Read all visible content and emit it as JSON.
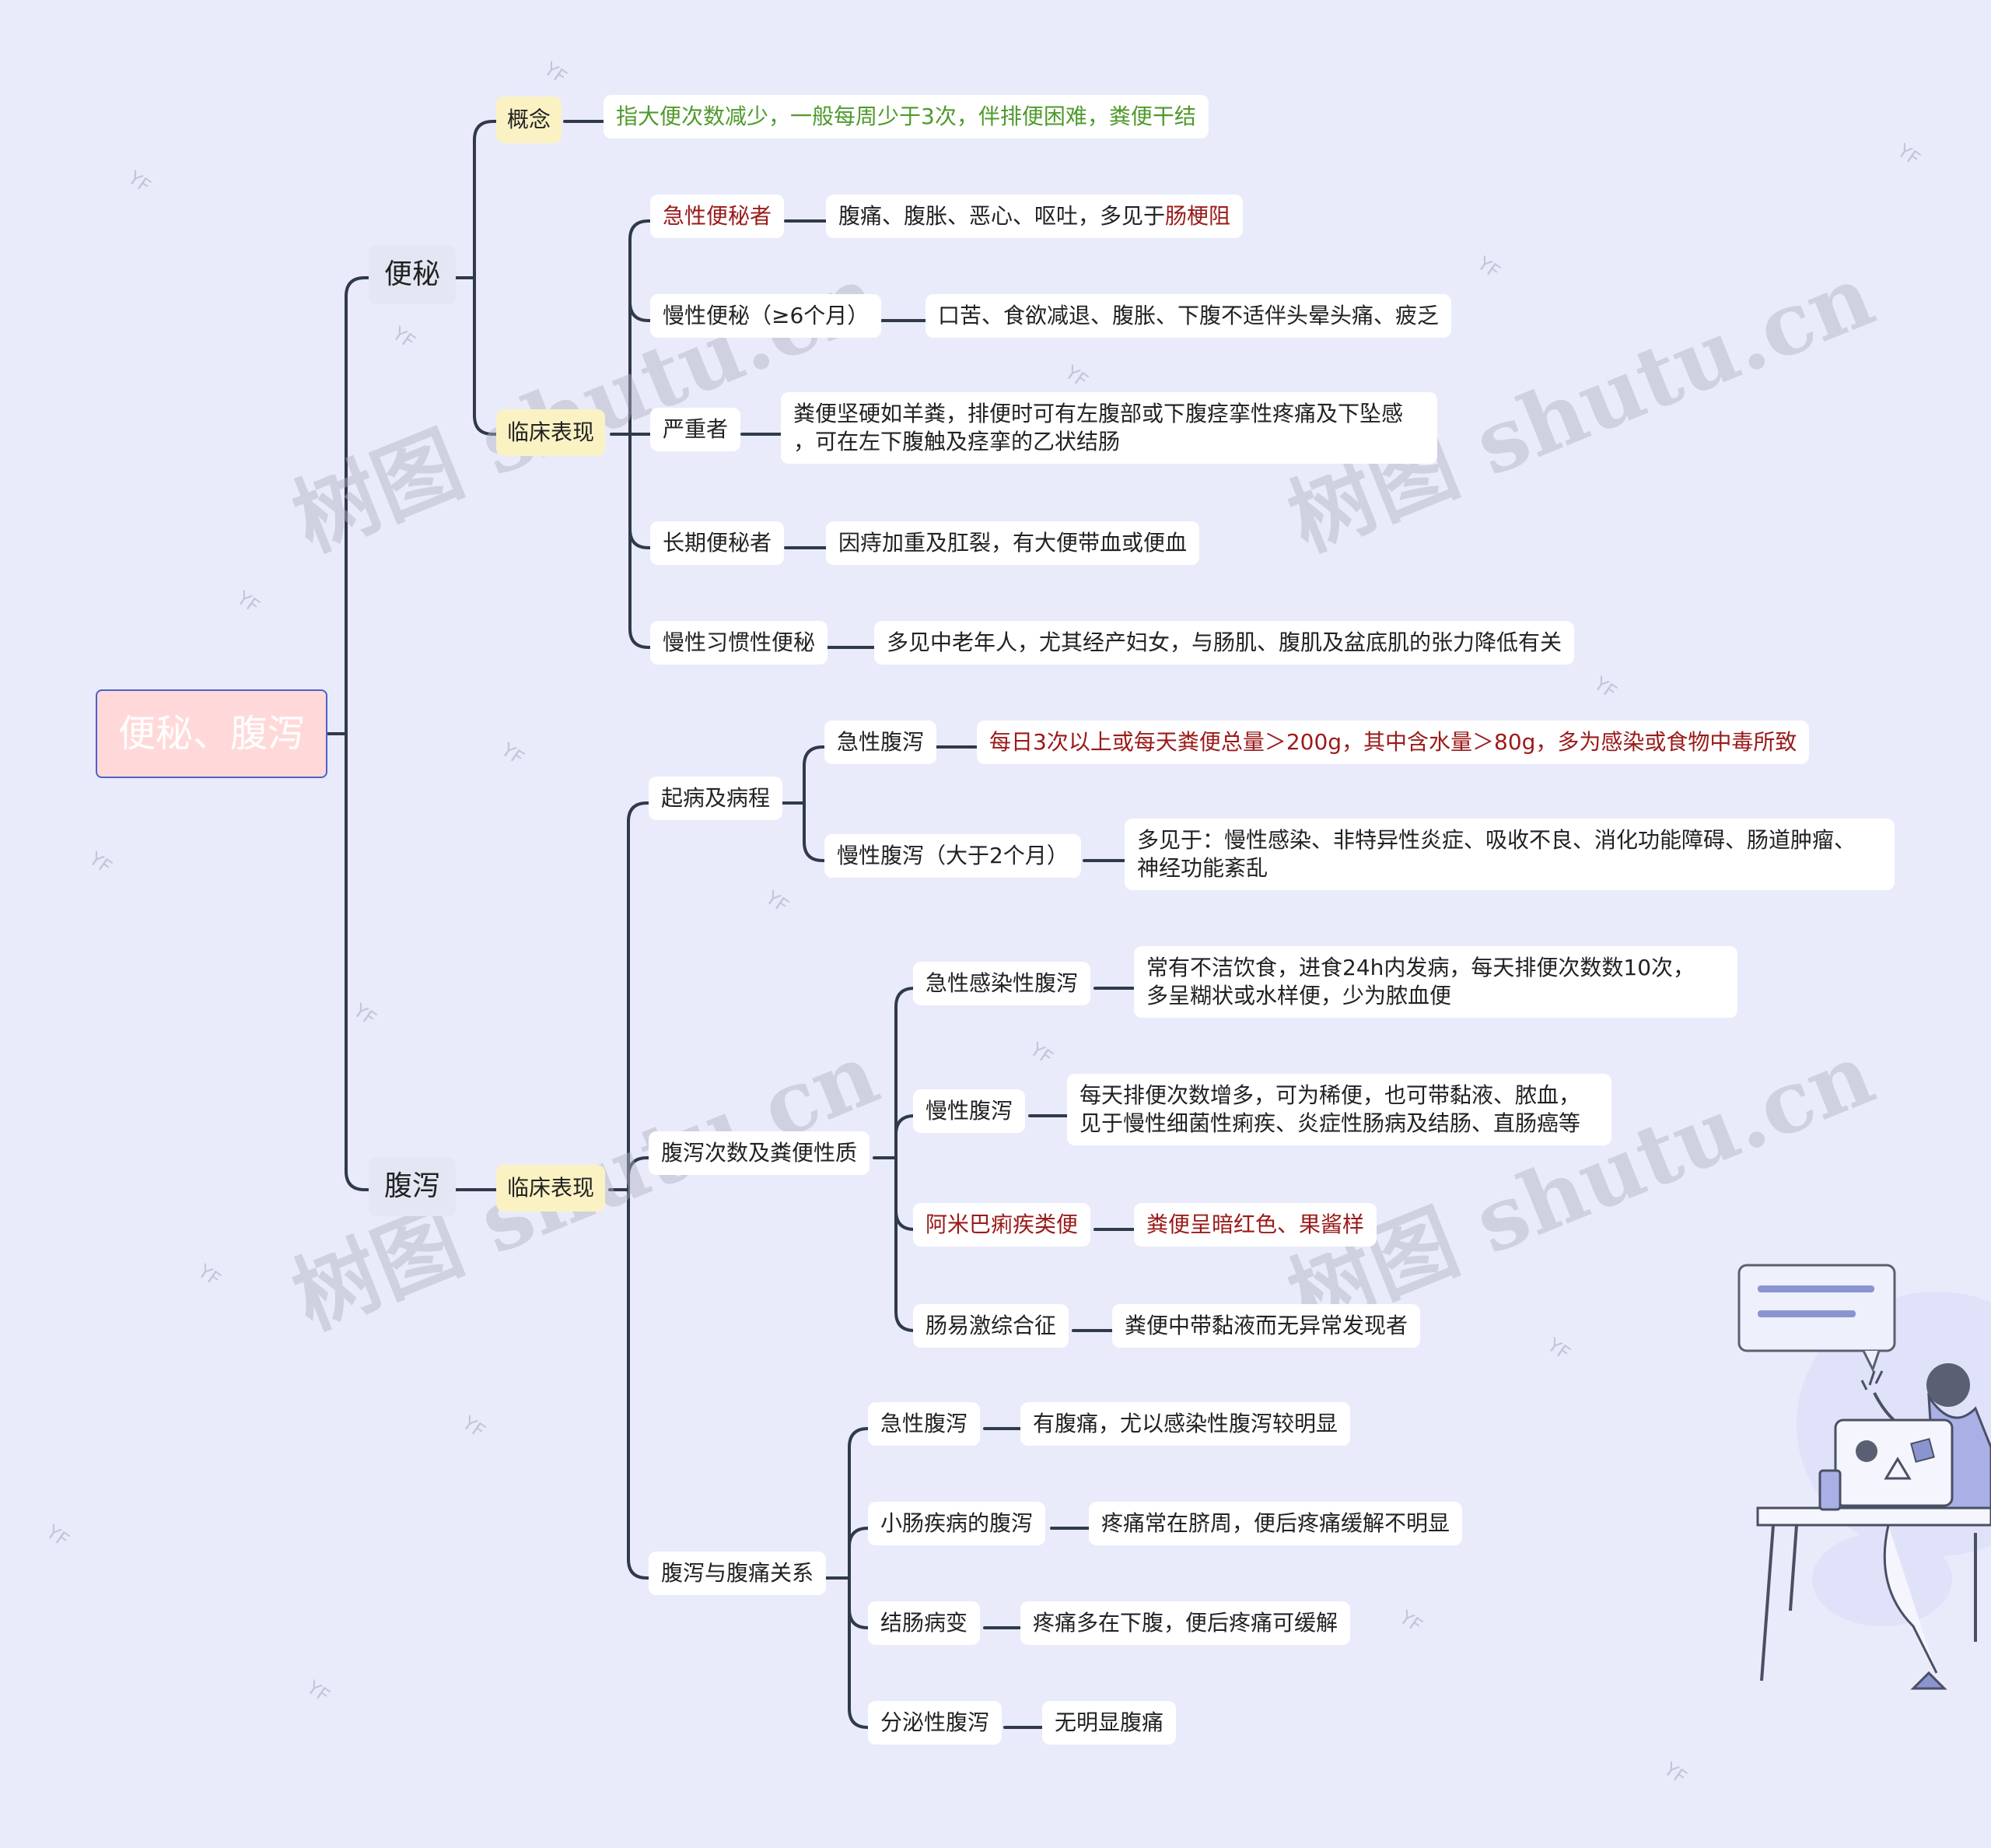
{
  "root": "便秘、腹泻",
  "constipation": {
    "label": "便秘",
    "concept": {
      "tag": "概念",
      "text": "指大便次数减少，一般每周少于3次，伴排便困难，粪便干结"
    },
    "clinical": {
      "tag": "临床表现",
      "items": [
        {
          "label": "急性便秘者",
          "detail_prefix": "腹痛、腹胀、恶心、呕吐，多见于",
          "detail_highlight": "肠梗阻"
        },
        {
          "label": "慢性便秘（≥6个月）",
          "detail": "口苦、食欲减退、腹胀、下腹不适伴头晕头痛、疲乏"
        },
        {
          "label": "严重者",
          "detail_line1": "粪便坚硬如羊粪，排便时可有左腹部或下腹痉挛性疼痛及下坠感",
          "detail_line2": "，可在左下腹触及痉挛的乙状结肠"
        },
        {
          "label": "长期便秘者",
          "detail": "因痔加重及肛裂，有大便带血或便血"
        },
        {
          "label": "慢性习惯性便秘",
          "detail": "多见中老年人，尤其经产妇女，与肠肌、腹肌及盆底肌的张力降低有关"
        }
      ]
    }
  },
  "diarrhea": {
    "label": "腹泻",
    "clinical": {
      "tag": "临床表现",
      "onset": {
        "label": "起病及病程",
        "acute": {
          "label": "急性腹泻",
          "detail": "每日3次以上或每天粪便总量＞200g，其中含水量＞80g，多为感染或食物中毒所致"
        },
        "chronic": {
          "label": "慢性腹泻（大于2个月）",
          "detail_line1": "多见于：慢性感染、非特异性炎症、吸收不良、消化功能障碍、肠道肿瘤、",
          "detail_line2": "神经功能紊乱"
        }
      },
      "stool": {
        "label": "腹泻次数及粪便性质",
        "items": [
          {
            "label": "急性感染性腹泻",
            "detail_line1": "常有不洁饮食，进食24h内发病，每天排便次数数10次，",
            "detail_line2": "多呈糊状或水样便，少为脓血便"
          },
          {
            "label": "慢性腹泻",
            "detail_line1": "每天排便次数增多，可为稀便，也可带黏液、脓血，",
            "detail_line2": "见于慢性细菌性痢疾、炎症性肠病及结肠、直肠癌等"
          },
          {
            "label": "阿米巴痢疾类便",
            "detail": "粪便呈暗红色、果酱样"
          },
          {
            "label": "肠易激综合征",
            "detail": "粪便中带黏液而无异常发现者"
          }
        ]
      },
      "pain": {
        "label": "腹泻与腹痛关系",
        "items": [
          {
            "label": "急性腹泻",
            "detail": "有腹痛，尤以感染性腹泻较明显"
          },
          {
            "label": "小肠疾病的腹泻",
            "detail": "疼痛常在脐周，便后疼痛缓解不明显"
          },
          {
            "label": "结肠病变",
            "detail": "疼痛多在下腹，便后疼痛可缓解"
          },
          {
            "label": "分泌性腹泻",
            "detail": "无明显腹痛"
          }
        ]
      }
    }
  },
  "watermark": {
    "text": "树图 shutu.cn",
    "mark": "YF"
  },
  "colors": {
    "line": "#2f3a4a",
    "red": "#9b1a1a",
    "green": "#4f9a2c",
    "root_bg": "#ffd9d9",
    "tag_bg": "#fbf2c4"
  }
}
